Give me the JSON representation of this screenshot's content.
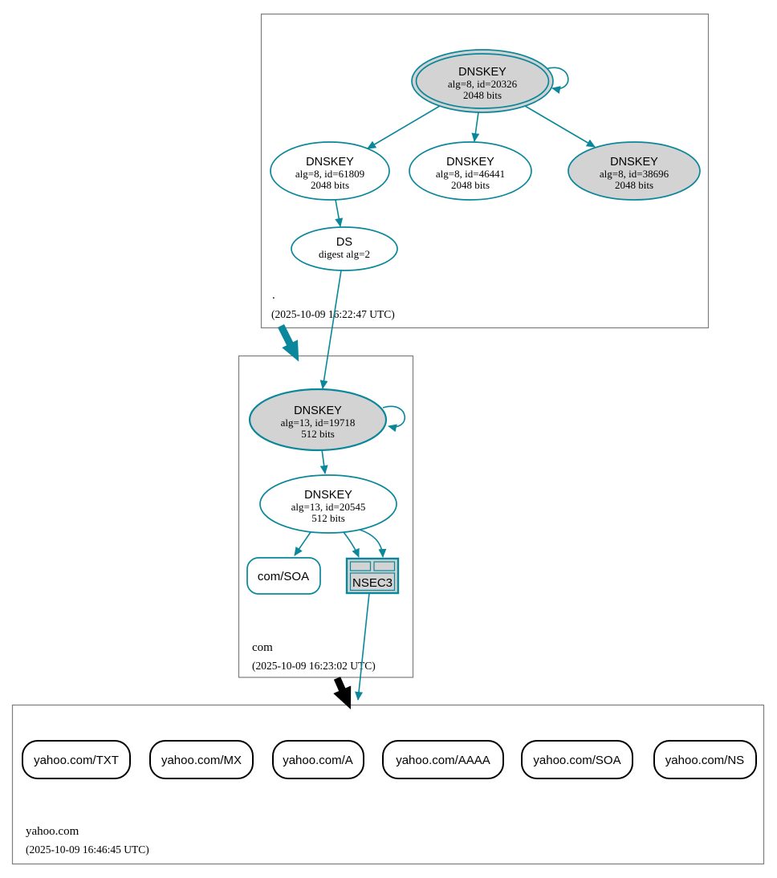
{
  "diagram_type": "dnssec-authentication-chain",
  "colors": {
    "secure_edge": "#0a879a",
    "node_fill_gray": "#d3d3d3",
    "node_fill_white": "#ffffff",
    "zone_box_border": "#7d7d7d",
    "insecure_black": "#000000"
  },
  "zones": [
    {
      "name": ".",
      "timestamp": "(2025-10-09 16:22:47 UTC)",
      "nodes": {
        "ksk": {
          "title": "DNSKEY",
          "alg": "alg=8, id=20326",
          "bits": "2048 bits"
        },
        "zsk1": {
          "title": "DNSKEY",
          "alg": "alg=8, id=61809",
          "bits": "2048 bits"
        },
        "zsk2": {
          "title": "DNSKEY",
          "alg": "alg=8, id=46441",
          "bits": "2048 bits"
        },
        "ksk2": {
          "title": "DNSKEY",
          "alg": "alg=8, id=38696",
          "bits": "2048 bits"
        },
        "ds": {
          "title": "DS",
          "digest": "digest alg=2"
        }
      }
    },
    {
      "name": "com",
      "timestamp": "(2025-10-09 16:23:02 UTC)",
      "nodes": {
        "ksk": {
          "title": "DNSKEY",
          "alg": "alg=13, id=19718",
          "bits": "512 bits"
        },
        "zsk": {
          "title": "DNSKEY",
          "alg": "alg=13, id=20545",
          "bits": "512 bits"
        },
        "soa": {
          "label": "com/SOA"
        },
        "nsec3": {
          "label": "NSEC3"
        }
      }
    },
    {
      "name": "yahoo.com",
      "timestamp": "(2025-10-09 16:46:45 UTC)",
      "rrsets": [
        {
          "label": "yahoo.com/TXT"
        },
        {
          "label": "yahoo.com/MX"
        },
        {
          "label": "yahoo.com/A"
        },
        {
          "label": "yahoo.com/AAAA"
        },
        {
          "label": "yahoo.com/SOA"
        },
        {
          "label": "yahoo.com/NS"
        }
      ]
    }
  ]
}
